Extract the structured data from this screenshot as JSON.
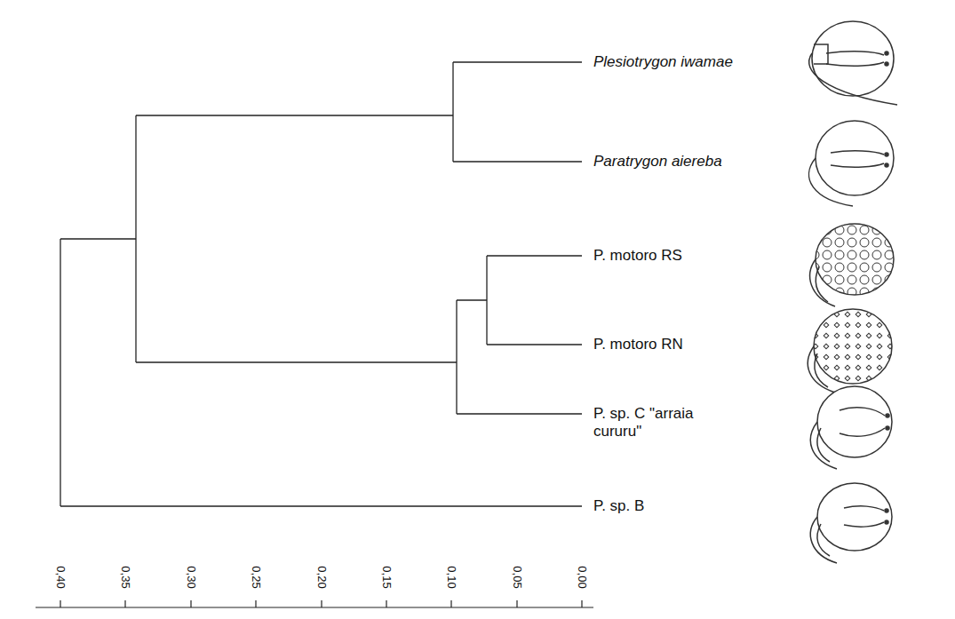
{
  "diagram": {
    "labels": [
      "Plesiotrygon iwamae",
      "Paratrygon aiereba",
      "P. motoro RS",
      "P. motoro RN",
      "P. sp. C \"arraia cururu\"",
      "P. sp. B",
      "0,40",
      "0,35",
      "0,30",
      "0,25",
      "0,20",
      "0,15",
      "0,10",
      "0,05",
      "0,00"
    ]
  }
}
